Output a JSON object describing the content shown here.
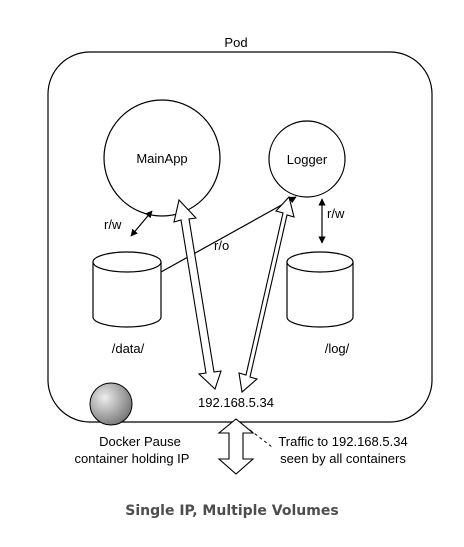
{
  "diagram": {
    "pod_label": "Pod",
    "nodes": {
      "mainapp": "MainApp",
      "logger": "Logger",
      "data_volume": "/data/",
      "log_volume": "/log/",
      "ip": "192.168.5.34"
    },
    "edge_labels": {
      "mainapp_data": "r/w",
      "logger_data": "r/o",
      "logger_log": "r/w"
    },
    "annotations": {
      "pause_line1": "Docker Pause",
      "pause_line2": "container holding IP",
      "traffic_line1": "Traffic to 192.168.5.34",
      "traffic_line2": "seen by all containers"
    }
  },
  "caption": "Single IP, Multiple Volumes"
}
